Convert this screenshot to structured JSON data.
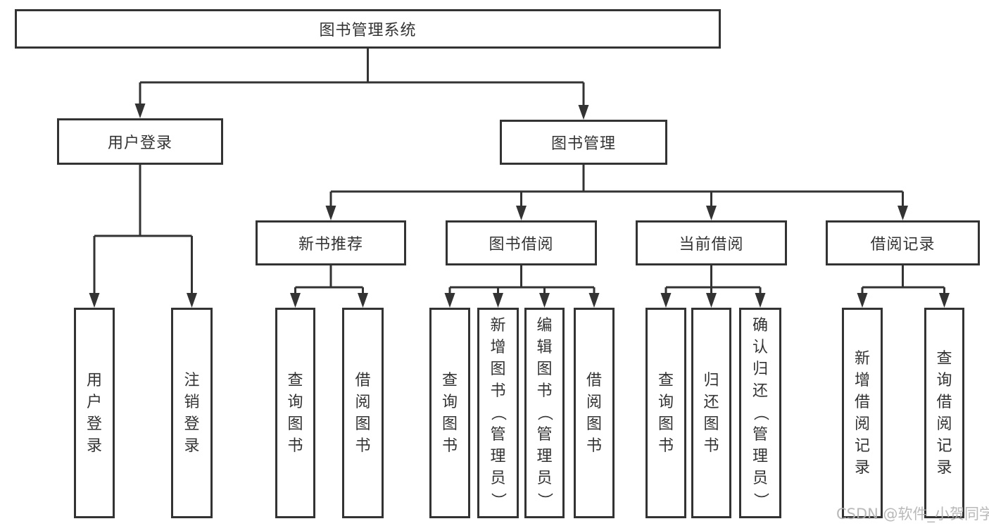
{
  "colors": {
    "background": "#ffffff",
    "line": "#333333",
    "text": "#333333",
    "watermark": "#b2b2b2"
  },
  "tree": {
    "label": "图书管理系统",
    "children": [
      {
        "label": "用户登录",
        "children": [
          {
            "label": "用户登录"
          },
          {
            "label": "注销登录"
          }
        ]
      },
      {
        "label": "图书管理",
        "children": [
          {
            "label": "新书推荐",
            "children": [
              {
                "label": "查询图书"
              },
              {
                "label": "借阅图书"
              }
            ]
          },
          {
            "label": "图书借阅",
            "children": [
              {
                "label": "查询图书"
              },
              {
                "label": "新增图书（管理员）"
              },
              {
                "label": "编辑图书（管理员）"
              },
              {
                "label": "借阅图书"
              }
            ]
          },
          {
            "label": "当前借阅",
            "children": [
              {
                "label": "查询图书"
              },
              {
                "label": "归还图书"
              },
              {
                "label": "确认归还（管理员）"
              }
            ]
          },
          {
            "label": "借阅记录",
            "children": [
              {
                "label": "新增借阅记录"
              },
              {
                "label": "查询借阅记录"
              }
            ]
          }
        ]
      }
    ]
  },
  "watermark": {
    "text": "CSDN @软件_小贺同学"
  }
}
